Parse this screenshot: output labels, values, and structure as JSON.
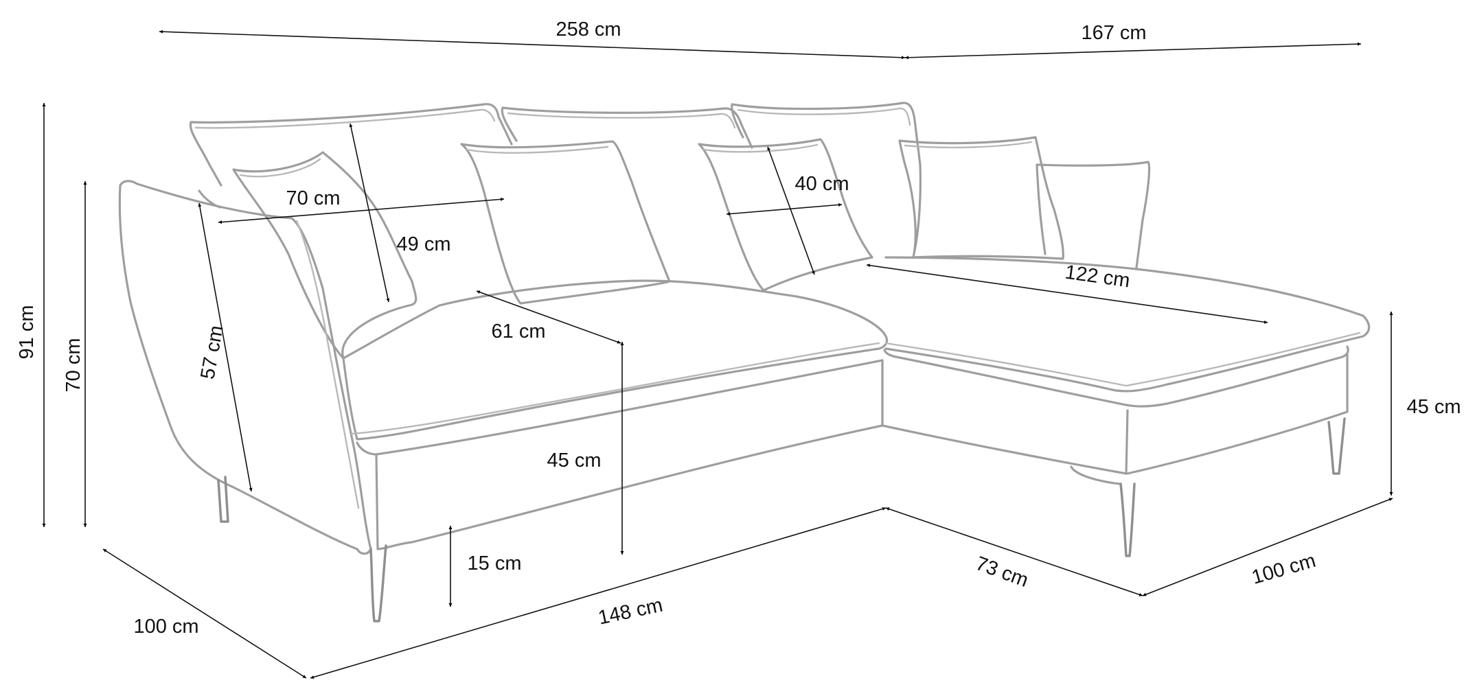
{
  "drawing": {
    "line_color": "#9e9e9e",
    "arrow_color": "#000000",
    "background": "#ffffff"
  },
  "dimensions": {
    "total_width_left": "258 cm",
    "total_width_right": "167 cm",
    "total_height": "91 cm",
    "armrest_height": "70 cm",
    "backrest_height": "57 cm",
    "pillow_width": "70 cm",
    "pillow_height": "49 cm",
    "small_pillow_width": "40 cm",
    "seat_depth": "61 cm",
    "chaise_length": "122 cm",
    "seat_height": "45 cm",
    "leg_height": "15 cm",
    "chaise_height": "45 cm",
    "depth": "100 cm",
    "front_length": "148 cm",
    "chaise_front": "73 cm",
    "chaise_depth": "100 cm"
  }
}
